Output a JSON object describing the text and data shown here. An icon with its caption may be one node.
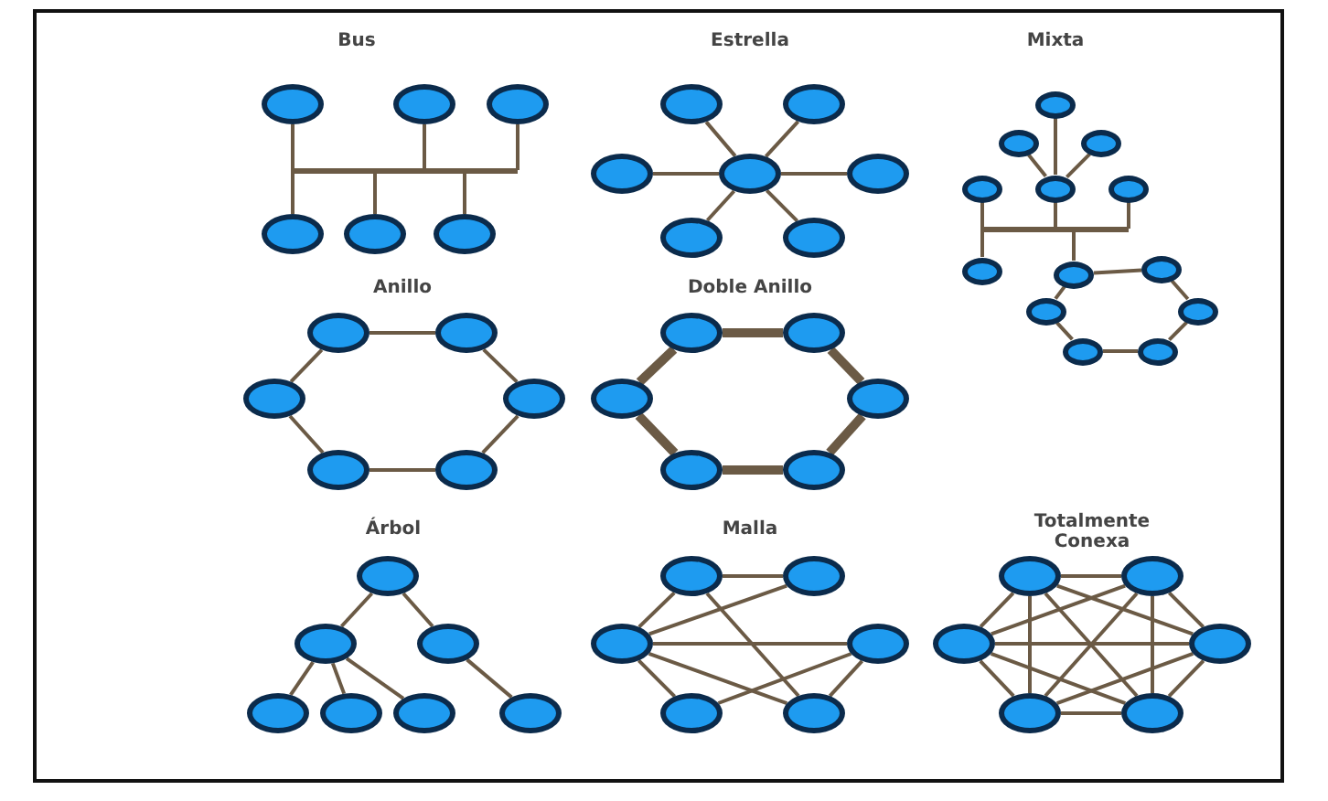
{
  "diagram": {
    "nodes": [
      {
        "text": [],
        "shape": "circle"
      },
      {
        "text": [],
        "shape": "circle"
      },
      {
        "text": [],
        "shape": "circle"
      },
      {
        "text": [],
        "shape": "bar"
      },
      {
        "text": [],
        "shape": "circle"
      },
      {
        "text": [],
        "shape": "circle"
      },
      {
        "text": [],
        "shape": "circle"
      },
      {
        "text": [],
        "shape": "circle"
      },
      {
        "text": [],
        "shape": "circle"
      },
      {
        "text": [],
        "shape": "circle"
      },
      {
        "text": [],
        "shape": "circle"
      },
      {
        "text": [],
        "shape": "circle"
      },
      {
        "text": [],
        "shape": "circle"
      },
      {
        "text": [],
        "shape": "circle"
      },
      {
        "text": [],
        "shape": "circle"
      },
      {
        "text": [],
        "shape": "circle"
      },
      {
        "text": [],
        "shape": "circle"
      },
      {
        "text": [],
        "shape": "circle"
      },
      {
        "text": [],
        "shape": "circle"
      },
      {
        "text": [],
        "shape": "circle"
      },
      {
        "text": [],
        "shape": "bar"
      },
      {
        "text": [],
        "shape": "circle"
      },
      {
        "text": [],
        "shape": "circle"
      },
      {
        "text": [],
        "shape": "circle"
      },
      {
        "text": [],
        "shape": "circle"
      },
      {
        "text": [],
        "shape": "circle"
      },
      {
        "text": [],
        "shape": "circle"
      },
      {
        "text": [],
        "shape": "circle"
      },
      {
        "text": [],
        "shape": "circle"
      },
      {
        "text": [],
        "shape": "circle"
      },
      {
        "text": [],
        "shape": "circle"
      },
      {
        "text": [],
        "shape": "circle"
      },
      {
        "text": [],
        "shape": "circle"
      },
      {
        "text": [],
        "shape": "circle"
      },
      {
        "text": [],
        "shape": "circle"
      },
      {
        "text": [],
        "shape": "circle"
      },
      {
        "text": [],
        "shape": "circle"
      },
      {
        "text": [],
        "shape": "circle"
      },
      {
        "text": [],
        "shape": "circle"
      },
      {
        "text": [],
        "shape": "circle"
      },
      {
        "text": [],
        "shape": "circle"
      },
      {
        "text": [],
        "shape": "circle"
      },
      {
        "text": [],
        "shape": "circle"
      },
      {
        "text": [],
        "shape": "circle"
      },
      {
        "text": [],
        "shape": "circle"
      },
      {
        "text": [],
        "shape": "circle"
      },
      {
        "text": [],
        "shape": "circle"
      },
      {
        "text": [],
        "shape": "circle"
      },
      {
        "text": [],
        "shape": "circle"
      },
      {
        "text": [],
        "shape": "circle"
      },
      {
        "text": [],
        "shape": "circle"
      },
      {
        "text": [],
        "shape": "circle"
      },
      {
        "text": [],
        "shape": "circle"
      },
      {
        "text": [],
        "shape": "circle"
      },
      {
        "text": [],
        "shape": "circle"
      },
      {
        "text": [],
        "shape": "circle"
      },
      {
        "text": [],
        "shape": "circle"
      },
      {
        "text": [],
        "shape": "circle"
      },
      {
        "text": [],
        "shape": "circle"
      }
    ],
    "edges": [
      {
        "from": 0,
        "to": 3,
        "arrow": "none"
      },
      {
        "from": 1,
        "to": 3,
        "arrow": "none"
      },
      {
        "from": 2,
        "to": 3,
        "arrow": "none"
      },
      {
        "from": 3,
        "to": 4,
        "arrow": "none"
      },
      {
        "from": 3,
        "to": 5,
        "arrow": "none"
      },
      {
        "from": 3,
        "to": 6,
        "arrow": "none"
      },
      {
        "from": 10,
        "to": 7,
        "arrow": "none"
      },
      {
        "from": 10,
        "to": 8,
        "arrow": "none"
      },
      {
        "from": 10,
        "to": 9,
        "arrow": "none"
      },
      {
        "from": 10,
        "to": 11,
        "arrow": "none"
      },
      {
        "from": 10,
        "to": 12,
        "arrow": "none"
      },
      {
        "from": 10,
        "to": 13,
        "arrow": "none"
      },
      {
        "from": 14,
        "to": 18,
        "arrow": "none"
      },
      {
        "from": 15,
        "to": 18,
        "arrow": "none"
      },
      {
        "from": 16,
        "to": 18,
        "arrow": "none"
      },
      {
        "from": 17,
        "to": 20,
        "arrow": "none"
      },
      {
        "from": 18,
        "to": 20,
        "arrow": "none"
      },
      {
        "from": 19,
        "to": 20,
        "arrow": "none"
      },
      {
        "from": 20,
        "to": 21,
        "arrow": "none"
      },
      {
        "from": 20,
        "to": 22,
        "arrow": "none"
      },
      {
        "from": 22,
        "to": 23,
        "arrow": "none"
      },
      {
        "from": 23,
        "to": 25,
        "arrow": "none"
      },
      {
        "from": 25,
        "to": 27,
        "arrow": "none"
      },
      {
        "from": 27,
        "to": 26,
        "arrow": "none"
      },
      {
        "from": 26,
        "to": 24,
        "arrow": "none"
      },
      {
        "from": 24,
        "to": 22,
        "arrow": "none"
      },
      {
        "from": 28,
        "to": 29,
        "arrow": "none"
      },
      {
        "from": 29,
        "to": 31,
        "arrow": "none"
      },
      {
        "from": 31,
        "to": 33,
        "arrow": "none"
      },
      {
        "from": 33,
        "to": 32,
        "arrow": "none"
      },
      {
        "from": 32,
        "to": 30,
        "arrow": "none"
      },
      {
        "from": 30,
        "to": 28,
        "arrow": "none"
      },
      {
        "from": 34,
        "to": 35,
        "arrow": "none",
        "style": "thick"
      },
      {
        "from": 35,
        "to": 37,
        "arrow": "none",
        "style": "thick"
      },
      {
        "from": 37,
        "to": 39,
        "arrow": "none",
        "style": "thick"
      },
      {
        "from": 39,
        "to": 38,
        "arrow": "none",
        "style": "thick"
      },
      {
        "from": 38,
        "to": 36,
        "arrow": "none",
        "style": "thick"
      },
      {
        "from": 36,
        "to": 34,
        "arrow": "none",
        "style": "thick"
      },
      {
        "from": 40,
        "to": 41,
        "arrow": "none"
      },
      {
        "from": 40,
        "to": 42,
        "arrow": "none"
      },
      {
        "from": 41,
        "to": 43,
        "arrow": "none"
      },
      {
        "from": 41,
        "to": 44,
        "arrow": "none"
      },
      {
        "from": 41,
        "to": 45,
        "arrow": "none"
      },
      {
        "from": 42,
        "to": 46,
        "arrow": "none"
      },
      {
        "from": 47,
        "to": 48,
        "arrow": "none"
      },
      {
        "from": 47,
        "to": 49,
        "arrow": "none"
      },
      {
        "from": 47,
        "to": 52,
        "arrow": "none"
      },
      {
        "from": 49,
        "to": 48,
        "arrow": "none"
      },
      {
        "from": 49,
        "to": 50,
        "arrow": "none"
      },
      {
        "from": 49,
        "to": 51,
        "arrow": "none"
      },
      {
        "from": 49,
        "to": 52,
        "arrow": "none"
      },
      {
        "from": 51,
        "to": 50,
        "arrow": "none"
      },
      {
        "from": 50,
        "to": 52,
        "arrow": "none"
      },
      {
        "from": 53,
        "to": 54,
        "arrow": "none"
      },
      {
        "from": 53,
        "to": 55,
        "arrow": "none"
      },
      {
        "from": 53,
        "to": 56,
        "arrow": "none"
      },
      {
        "from": 53,
        "to": 57,
        "arrow": "none"
      },
      {
        "from": 53,
        "to": 58,
        "arrow": "none"
      },
      {
        "from": 54,
        "to": 55,
        "arrow": "none"
      },
      {
        "from": 54,
        "to": 56,
        "arrow": "none"
      },
      {
        "from": 54,
        "to": 57,
        "arrow": "none"
      },
      {
        "from": 54,
        "to": 58,
        "arrow": "none"
      },
      {
        "from": 55,
        "to": 56,
        "arrow": "none"
      },
      {
        "from": 55,
        "to": 57,
        "arrow": "none"
      },
      {
        "from": 55,
        "to": 58,
        "arrow": "none"
      },
      {
        "from": 56,
        "to": 57,
        "arrow": "none"
      },
      {
        "from": 56,
        "to": 58,
        "arrow": "none"
      },
      {
        "from": 57,
        "to": 58,
        "arrow": "none"
      }
    ],
    "labels": [
      "Bus",
      "Estrella",
      "Mixta",
      "Anillo",
      "Doble Anillo",
      "Árbol",
      "Malla",
      "Totalmente Conexa"
    ]
  }
}
